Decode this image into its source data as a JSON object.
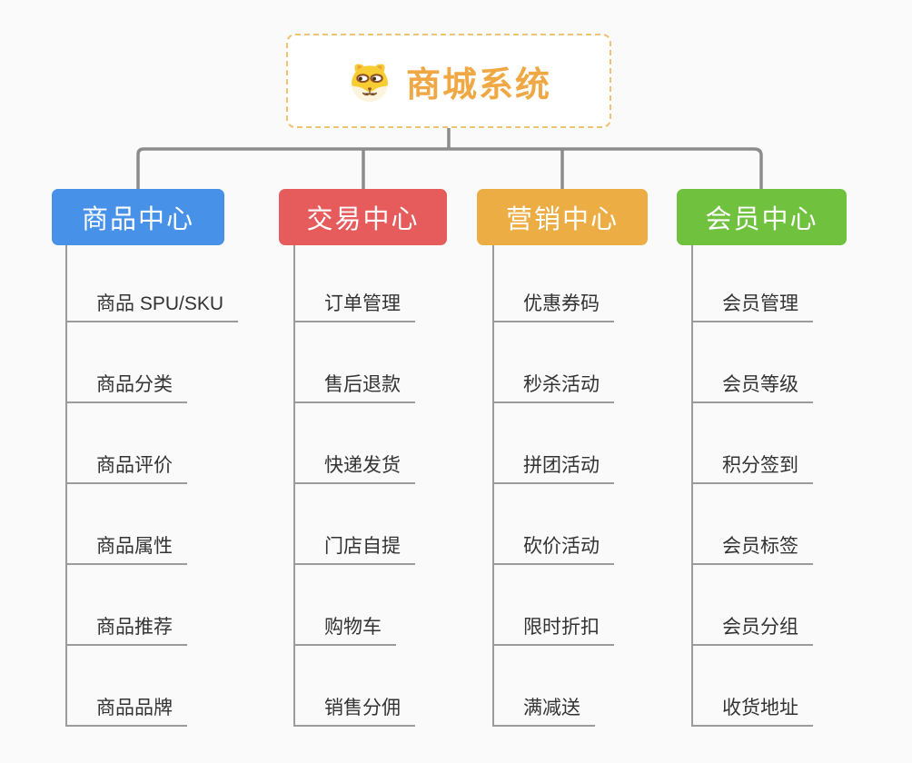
{
  "root": {
    "title": "商城系统",
    "icon": "shiba-dog-icon"
  },
  "branches": [
    {
      "label": "商品中心",
      "color": "#4791E8",
      "children": [
        "商品 SPU/SKU",
        "商品分类",
        "商品评价",
        "商品属性",
        "商品推荐",
        "商品品牌"
      ]
    },
    {
      "label": "交易中心",
      "color": "#E65C5C",
      "children": [
        "订单管理",
        "售后退款",
        "快递发货",
        "门店自提",
        "购物车",
        "销售分佣"
      ]
    },
    {
      "label": "营销中心",
      "color": "#ECAD45",
      "children": [
        "优惠券码",
        "秒杀活动",
        "拼团活动",
        "砍价活动",
        "限时折扣",
        "满减送"
      ]
    },
    {
      "label": "会员中心",
      "color": "#6FC13E",
      "children": [
        "会员管理",
        "会员等级",
        "积分签到",
        "会员标签",
        "会员分组",
        "收货地址"
      ]
    }
  ],
  "colors": {
    "background": "#FAFAFA",
    "connector": "#8C8C8C",
    "underline": "#9B9B9B",
    "root_border": "#F1C272",
    "root_title": "#F0A845",
    "child_text": "#333333"
  }
}
